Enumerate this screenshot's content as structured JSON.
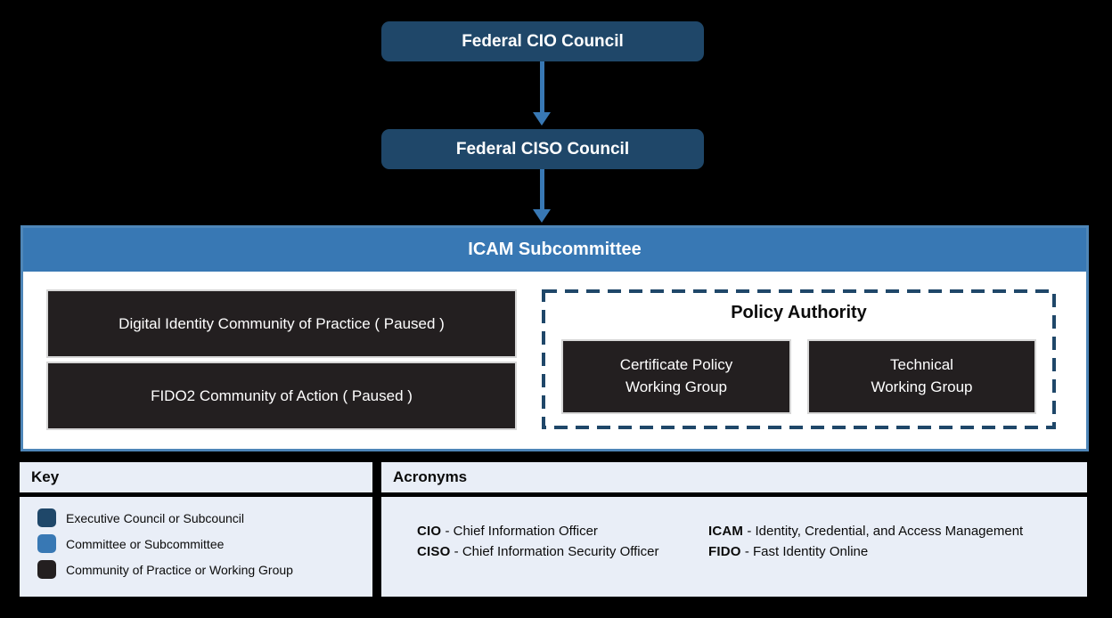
{
  "colors": {
    "background": "#000000",
    "executive_blue": "#1F4769",
    "committee_blue": "#3878B4",
    "community_dark": "#231F20",
    "panel_bg": "#E9EEF7",
    "icam_border": "#4E86B8",
    "dashed_border": "#1F4769"
  },
  "org_chart": {
    "federal_cio_label": "Federal CIO Council",
    "federal_ciso_label": "Federal CISO Council",
    "icam": {
      "title": "ICAM Subcommittee",
      "paused_groups": [
        "Digital Identity Community of Practice ( Paused )",
        "FIDO2 Community of Action ( Paused )"
      ],
      "policy_authority": {
        "title": "Policy Authority",
        "groups": [
          {
            "line1": "Certificate Policy",
            "line2": "Working Group"
          },
          {
            "line1": "Technical",
            "line2": "Working Group"
          }
        ]
      }
    }
  },
  "key": {
    "title": "Key",
    "items": [
      {
        "label": "Executive Council or Subcouncil",
        "color": "#1F4769"
      },
      {
        "label": "Committee or Subcommittee",
        "color": "#3878B4"
      },
      {
        "label": "Community of Practice or Working Group",
        "color": "#231F20"
      }
    ]
  },
  "acronyms": {
    "title": "Acronyms",
    "separator": "-",
    "columns": [
      [
        {
          "abbr": "CIO",
          "definition": "Chief Information Officer"
        },
        {
          "abbr": "CISO",
          "definition": "Chief Information Security Officer"
        }
      ],
      [
        {
          "abbr": "ICAM",
          "definition": "Identity, Credential, and Access Management"
        },
        {
          "abbr": "FIDO",
          "definition": "Fast Identity Online"
        }
      ]
    ]
  }
}
